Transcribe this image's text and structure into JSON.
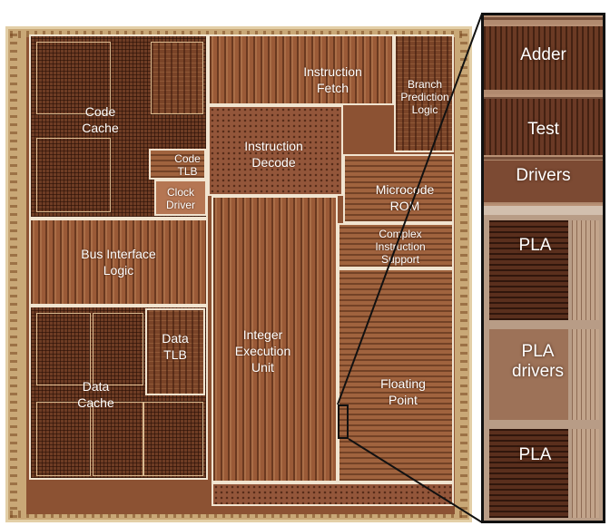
{
  "die_labels": {
    "code_cache": "Code\nCache",
    "instruction_fetch": "Instruction\nFetch",
    "branch_prediction": "Branch\nPrediction\nLogic",
    "code_tlb": "Code\nTLB",
    "clock_driver": "Clock\nDriver",
    "instruction_decode": "Instruction\nDecode",
    "microcode_rom": "Microcode\nROM",
    "bus_interface": "Bus Interface\nLogic",
    "complex_instruction": "Complex\nInstruction\nSupport",
    "data_tlb": "Data\nTLB",
    "integer_execution": "Integer\nExecution\nUnit",
    "data_cache": "Data\nCache",
    "floating_point": "Floating\nPoint"
  },
  "zoom_labels": {
    "adder": "Adder",
    "test": "Test",
    "drivers": "Drivers",
    "pla_top": "PLA",
    "pla_drivers": "PLA\ndrivers",
    "pla_bottom": "PLA"
  },
  "colors": {
    "die_background": "#8c5233",
    "outline": "#f1e4d0",
    "label_text": "#ffffff",
    "callout_line": "#111111"
  }
}
